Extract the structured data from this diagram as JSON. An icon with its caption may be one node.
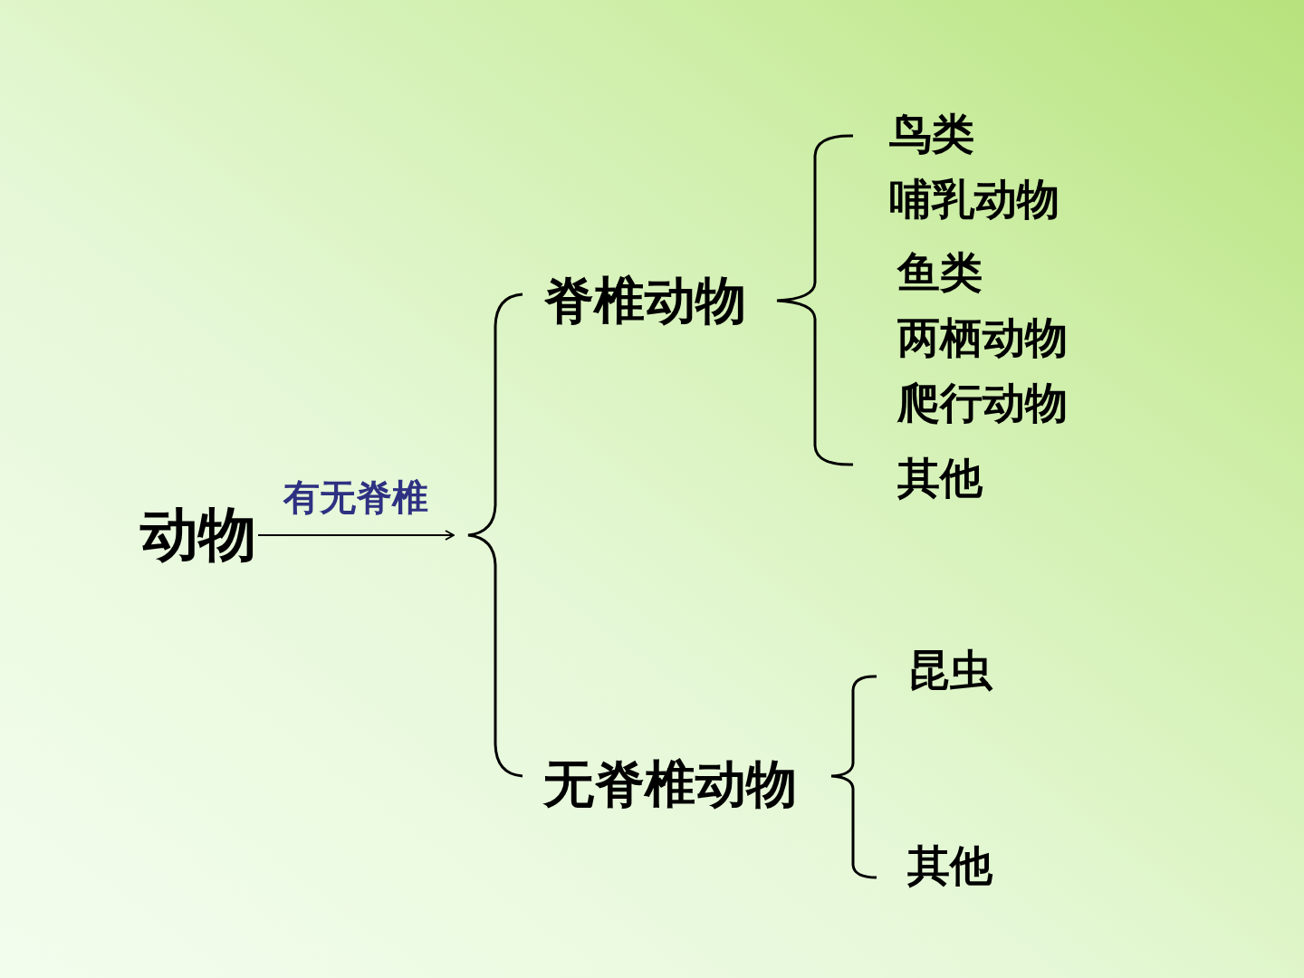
{
  "diagram": {
    "nodes": [
      {
        "text": [
          "动物"
        ]
      },
      {
        "text": [],
        "shape": "brace"
      },
      {
        "text": [
          "脊椎动物"
        ]
      },
      {
        "text": [
          "鸟类"
        ]
      },
      {
        "text": [
          "哺乳动物"
        ]
      },
      {
        "text": [
          "鱼类"
        ]
      },
      {
        "text": [
          "两栖动物"
        ]
      },
      {
        "text": [
          "爬行动物"
        ]
      },
      {
        "text": [
          "其他"
        ]
      },
      {
        "text": [
          "无脊椎动物"
        ]
      },
      {
        "text": [
          "昆虫"
        ]
      },
      {
        "text": [
          "其他"
        ]
      }
    ],
    "edges": [
      {
        "from": 0,
        "to": 1,
        "arrow": "to",
        "label": "有无脊椎"
      }
    ]
  }
}
